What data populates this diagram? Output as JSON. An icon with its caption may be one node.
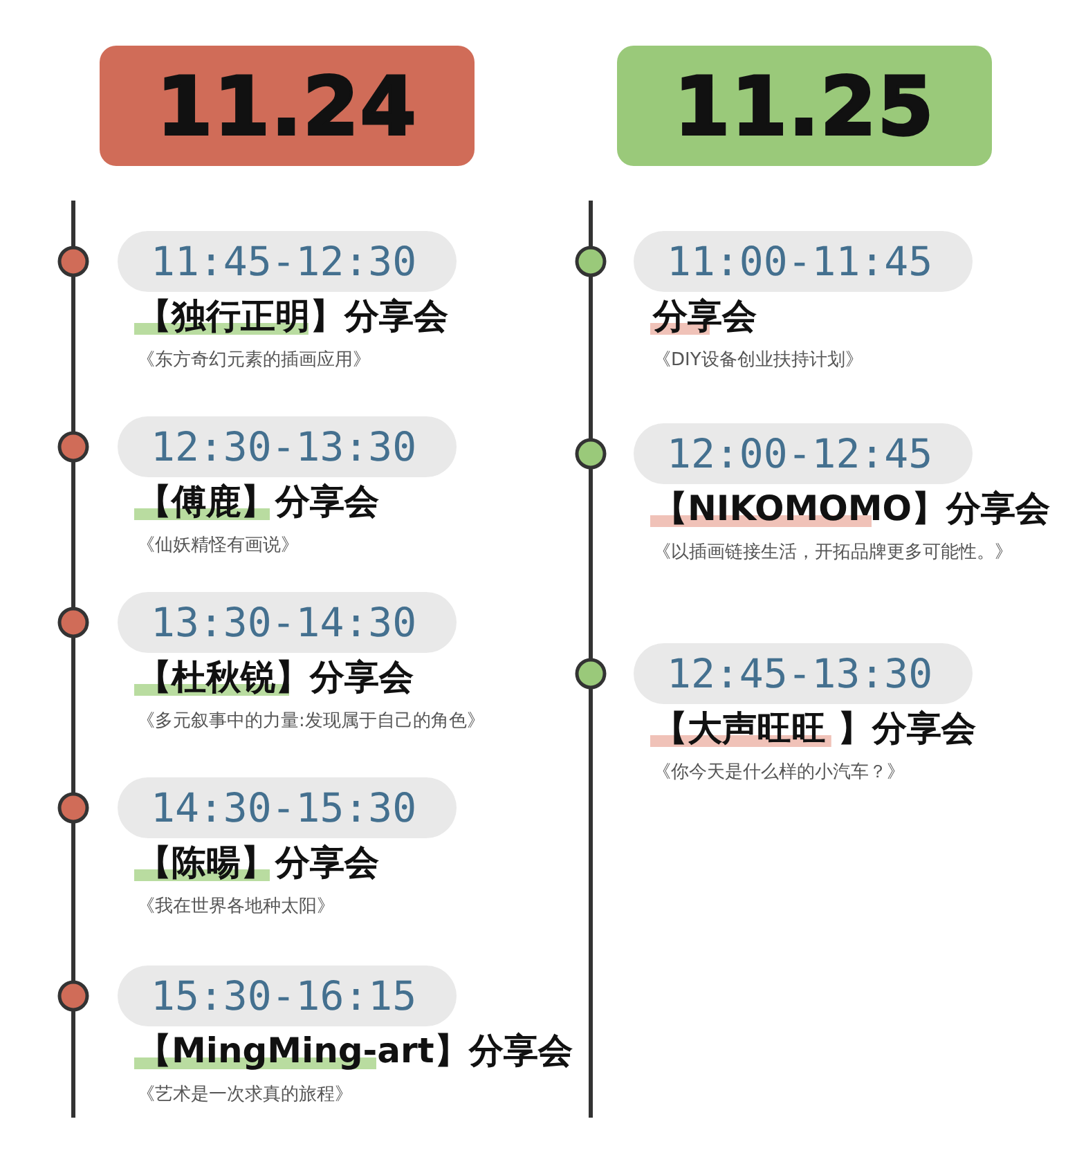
{
  "diagram": {
    "nodes": [
      {
        "text": [
          "11.24"
        ]
      },
      {
        "text": [
          "11.25"
        ]
      },
      {
        "text": [
          "11:45-12:30"
        ],
        "beside": [
          "【独行正明】分享会",
          "《东方奇幻元素的插画应用》"
        ]
      },
      {
        "text": [
          "12:30-13:30"
        ],
        "beside": [
          "【傅鹿】分享会",
          "《仙妖精怪有画说》"
        ]
      },
      {
        "text": [
          "13:30-14:30"
        ],
        "beside": [
          "【杜秋锐】分享会",
          "《多元叙事中的力量:发现属于自己的角色》"
        ]
      },
      {
        "text": [
          "14:30-15:30"
        ],
        "beside": [
          "【陈暘】分享会",
          "《我在世界各地种太阳》"
        ]
      },
      {
        "text": [
          "15:30-16:15"
        ],
        "beside": [
          "【MingMing-art】分享会",
          "《艺术是一次求真的旅程》"
        ]
      },
      {
        "text": [
          "11:00-11:45"
        ],
        "beside": [
          "分享会",
          "《DIY设备创业扶持计划》"
        ]
      },
      {
        "text": [
          "12:00-12:45"
        ],
        "beside": [
          "【NIKOMOMO】分享会",
          "《以插画链接生活，开拓品牌更多可能性。》"
        ]
      },
      {
        "text": [
          "12:45-13:30"
        ],
        "beside": [
          "【大声旺旺 】分享会",
          "《你今天是什么样的小汽车？》"
        ]
      }
    ]
  }
}
